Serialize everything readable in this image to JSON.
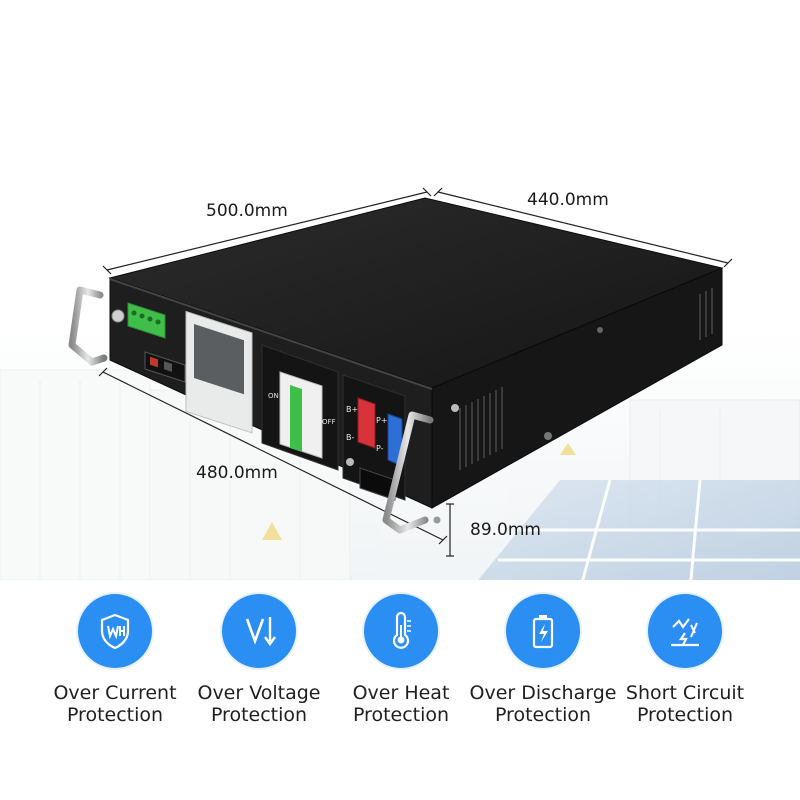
{
  "dimensions": {
    "width": "500.0mm",
    "depth": "440.0mm",
    "front": "480.0mm",
    "height": "89.0mm"
  },
  "panel": {
    "on_label": "ON",
    "off_label": "OFF",
    "b_plus": "B+",
    "b_minus": "B-",
    "p_plus": "P+",
    "p_minus": "P-"
  },
  "features": [
    {
      "line1": "Over Current",
      "line2": "Protection",
      "icon": "shield-current-icon"
    },
    {
      "line1": "Over Voltage",
      "line2": "Protection",
      "icon": "voltage-arrow-icon"
    },
    {
      "line1": "Over Heat",
      "line2": "Protection",
      "icon": "thermometer-icon"
    },
    {
      "line1": "Over Discharge",
      "line2": "Protection",
      "icon": "battery-bolt-icon"
    },
    {
      "line1": "Short Circuit",
      "line2": "Protection",
      "icon": "short-circuit-icon"
    }
  ],
  "colors": {
    "accent": "#2b8ef3",
    "case": "#1c1c1c",
    "green_connector": "#3fbf4a",
    "red_terminal": "#d8323a",
    "blue_terminal": "#2d6fd6"
  }
}
